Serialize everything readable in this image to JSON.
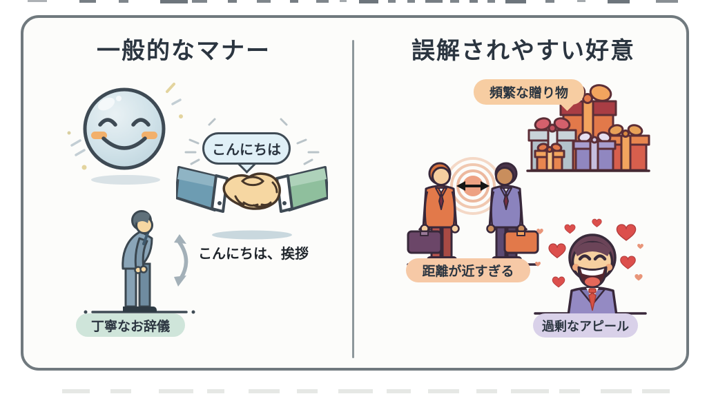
{
  "left_panel": {
    "title": "一般的なマナー",
    "greeting_bubble_text": "こんにちは",
    "handshake_caption": "こんにちは、挨拶",
    "bow_label": "丁寧なお辞儀"
  },
  "right_panel": {
    "title": "誤解されやすい好意",
    "gifts_label": "頻繁な贈り物",
    "distance_label": "距離が近すぎる",
    "appeal_label": "過剰なアピール"
  },
  "icons": {
    "smiley": "smiley-face-icon",
    "speech_bubble": "greeting-speech-bubble",
    "handshake": "handshake-icon",
    "bowing_person": "bowing-person-icon",
    "gift_stack": "gift-stack-icon",
    "businessmen_distance": "businessmen-distance-icon",
    "admirer_hearts": "admirer-hearts-icon"
  },
  "colors": {
    "card_border": "#70797e",
    "divider": "#8d979b",
    "title_text": "#2b3540",
    "bubble_bg": "#e0f0f7",
    "bow_pill_bg": "#cfe5da",
    "gifts_pill_bg": "#f7cda2",
    "distance_pill_bg": "#f6c9a6",
    "appeal_pill_bg": "#d9d1e9",
    "heart_red": "#dc4f4c"
  }
}
